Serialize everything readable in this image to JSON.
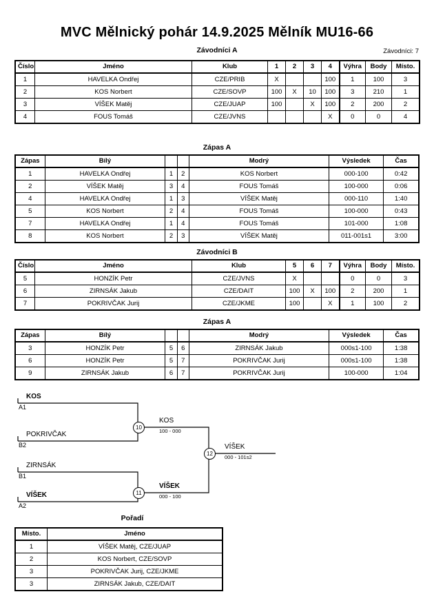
{
  "header": {
    "title": "MVC Mělnický pohár  14.9.2025  Mělník   MU16-66",
    "entrants_label": "Závodníci: 7"
  },
  "sections": {
    "group_a_caption": "Závodníci A",
    "group_a_matches_caption": "Zápas A",
    "group_b_caption": "Závodníci B",
    "group_b_matches_caption": "Zápas A",
    "standings_caption": "Pořadí"
  },
  "group_a": {
    "headers": [
      "Číslo",
      "Jméno",
      "Klub",
      "1",
      "2",
      "3",
      "4",
      "Výhra",
      "Body",
      "Místo."
    ],
    "rows": [
      {
        "number": "1",
        "name": "HAVELKA Ondřej",
        "club": "CZE/PRIB",
        "c1": "X",
        "c2": "",
        "c3": "",
        "c4": "100",
        "wins": "1",
        "points": "100",
        "place": "3"
      },
      {
        "number": "2",
        "name": "KOS Norbert",
        "club": "CZE/SOVP",
        "c1": "100",
        "c2": "X",
        "c3": "10",
        "c4": "100",
        "wins": "3",
        "points": "210",
        "place": "1"
      },
      {
        "number": "3",
        "name": "VÍŠEK Matěj",
        "club": "CZE/JUAP",
        "c1": "100",
        "c2": "",
        "c3": "X",
        "c4": "100",
        "wins": "2",
        "points": "200",
        "place": "2"
      },
      {
        "number": "4",
        "name": "FOUS Tomáš",
        "club": "CZE/JVNS",
        "c1": "",
        "c2": "",
        "c3": "",
        "c4": "X",
        "wins": "0",
        "points": "0",
        "place": "4"
      }
    ]
  },
  "matches_a": {
    "headers": [
      "Zápas",
      "Bílý",
      "",
      "",
      "Modrý",
      "Výsledek",
      "Čas"
    ],
    "rows": [
      {
        "match": "1",
        "white": "HAVELKA Ondřej",
        "white_bold": false,
        "wn": "1",
        "bn": "2",
        "blue": "KOS Norbert",
        "blue_bold": true,
        "result": "000-100",
        "time": "0:42"
      },
      {
        "match": "2",
        "white": "VÍŠEK Matěj",
        "white_bold": true,
        "wn": "3",
        "bn": "4",
        "blue": "FOUS Tomáš",
        "blue_bold": false,
        "result": "100-000",
        "time": "0:06"
      },
      {
        "match": "4",
        "white": "HAVELKA Ondřej",
        "white_bold": false,
        "wn": "1",
        "bn": "3",
        "blue": "VÍŠEK Matěj",
        "blue_bold": true,
        "result": "000-110",
        "time": "1:40"
      },
      {
        "match": "5",
        "white": "KOS Norbert",
        "white_bold": true,
        "wn": "2",
        "bn": "4",
        "blue": "FOUS Tomáš",
        "blue_bold": false,
        "result": "100-000",
        "time": "0:43"
      },
      {
        "match": "7",
        "white": "HAVELKA Ondřej",
        "white_bold": true,
        "wn": "1",
        "bn": "4",
        "blue": "FOUS Tomáš",
        "blue_bold": false,
        "result": "101-000",
        "time": "1:08"
      },
      {
        "match": "8",
        "white": "KOS Norbert",
        "white_bold": true,
        "wn": "2",
        "bn": "3",
        "blue": "VÍŠEK Matěj",
        "blue_bold": false,
        "result": "011-001s1",
        "time": "3:00"
      }
    ]
  },
  "group_b": {
    "headers": [
      "Číslo",
      "Jméno",
      "Klub",
      "5",
      "6",
      "7",
      "Výhra",
      "Body",
      "Místo."
    ],
    "rows": [
      {
        "number": "5",
        "name": "HONZÍK Petr",
        "club": "CZE/JVNS",
        "c5": "X",
        "c6": "",
        "c7": "",
        "wins": "0",
        "points": "0",
        "place": "3"
      },
      {
        "number": "6",
        "name": "ZIRNSÁK Jakub",
        "club": "CZE/DAIT",
        "c5": "100",
        "c6": "X",
        "c7": "100",
        "wins": "2",
        "points": "200",
        "place": "1"
      },
      {
        "number": "7",
        "name": "POKRIVČAK Jurij",
        "club": "CZE/JKME",
        "c5": "100",
        "c6": "",
        "c7": "X",
        "wins": "1",
        "points": "100",
        "place": "2"
      }
    ]
  },
  "matches_b": {
    "headers": [
      "Zápas",
      "Bílý",
      "",
      "",
      "Modrý",
      "Výsledek",
      "Čas"
    ],
    "rows": [
      {
        "match": "3",
        "white": "HONZÍK Petr",
        "white_bold": false,
        "wn": "5",
        "bn": "6",
        "blue": "ZIRNSÁK Jakub",
        "blue_bold": true,
        "result": "000s1-100",
        "time": "1:38"
      },
      {
        "match": "6",
        "white": "HONZÍK Petr",
        "white_bold": false,
        "wn": "5",
        "bn": "7",
        "blue": "POKRIVČAK Jurij",
        "blue_bold": true,
        "result": "000s1-100",
        "time": "1:38"
      },
      {
        "match": "9",
        "white": "ZIRNSÁK Jakub",
        "white_bold": true,
        "wn": "6",
        "bn": "7",
        "blue": "POKRIVČAK Jurij",
        "blue_bold": false,
        "result": "100-000",
        "time": "1:04"
      }
    ]
  },
  "bracket": {
    "entries": [
      {
        "name": "KOS",
        "bold": true,
        "seed": "A1"
      },
      {
        "name": "POKRIVČAK",
        "bold": false,
        "seed": "B2"
      },
      {
        "name": "ZIRNSÁK",
        "bold": false,
        "seed": "B1"
      },
      {
        "name": "VÍŠEK",
        "bold": true,
        "seed": "A2"
      }
    ],
    "nodes": [
      {
        "num": "10",
        "winner": "KOS",
        "bold": false,
        "score": "100 - 000"
      },
      {
        "num": "11",
        "winner": "VÍŠEK",
        "bold": true,
        "score": "000 - 100"
      },
      {
        "num": "12",
        "winner": "VÍŠEK",
        "bold": false,
        "score": "000 - 101s2"
      }
    ]
  },
  "standings": {
    "headers": [
      "Místo.",
      "Jméno"
    ],
    "rows": [
      {
        "place": "1",
        "name": "VÍŠEK Matěj, CZE/JUAP"
      },
      {
        "place": "2",
        "name": "KOS Norbert, CZE/SOVP"
      },
      {
        "place": "3",
        "name": "POKRIVČAK Jurij, CZE/JKME"
      },
      {
        "place": "3",
        "name": "ZIRNSÁK Jakub, CZE/DAIT"
      }
    ]
  }
}
